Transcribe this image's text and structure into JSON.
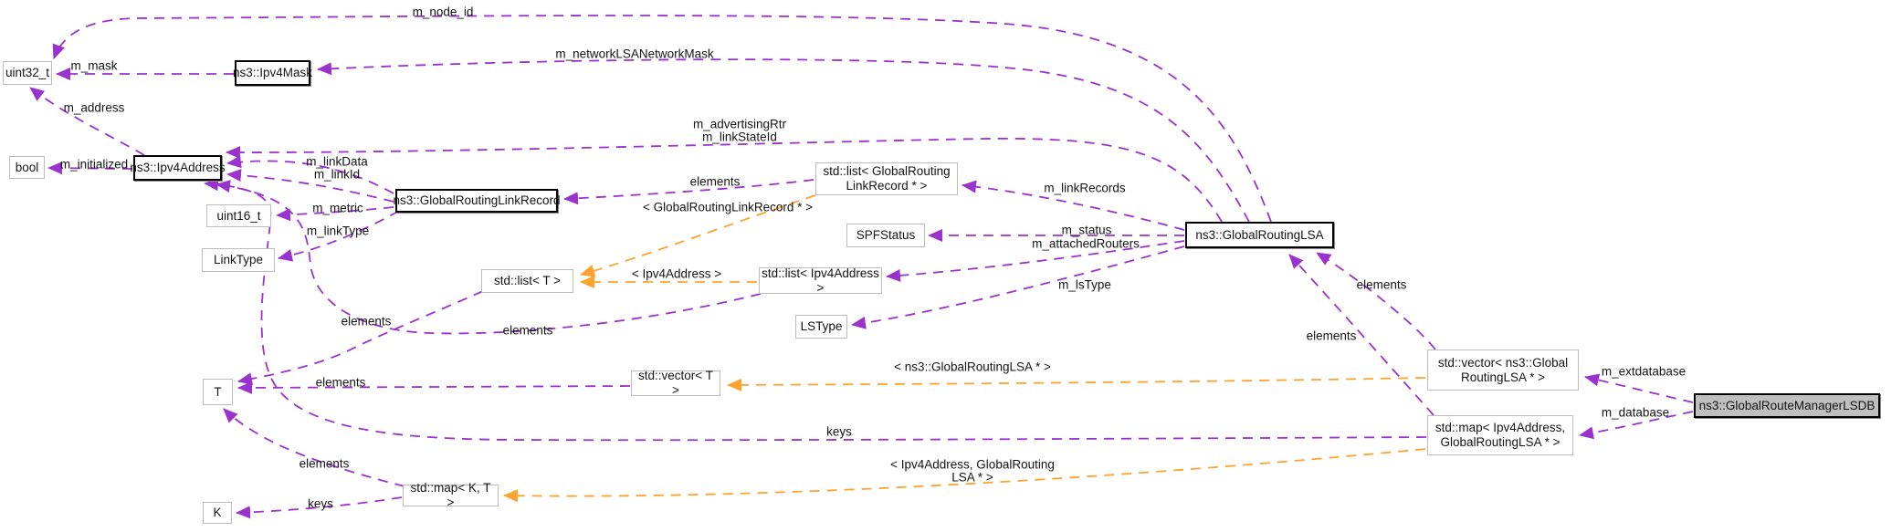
{
  "diagram": {
    "type": "doxygen-collaboration-graph",
    "main_class": "ns3::GlobalRouteManagerLSDB"
  },
  "colors": {
    "member_edge": "#9a32cd",
    "template_edge": "#ffa22e",
    "node_border_plain": "#bcbcbc",
    "node_border_linked": "#000000",
    "main_node_fill": "#bfbfbf",
    "background": "#ffffff"
  },
  "nodes": [
    {
      "label": "uint32_t"
    },
    {
      "label": "bool"
    },
    {
      "label": "ns3::Ipv4Mask"
    },
    {
      "label": "ns3::Ipv4Address"
    },
    {
      "label": "uint16_t"
    },
    {
      "label": "LinkType"
    },
    {
      "label": "ns3::GlobalRoutingLinkRecord"
    },
    {
      "label": "std::list< GlobalRouting\nLinkRecord * >"
    },
    {
      "label": "SPFStatus"
    },
    {
      "label": "std::list< T >"
    },
    {
      "label": "std::list< Ipv4Address >"
    },
    {
      "label": "LSType"
    },
    {
      "label": "ns3::GlobalRoutingLSA"
    },
    {
      "label": "std::vector< T >"
    },
    {
      "label": "T"
    },
    {
      "label": "std::vector< ns3::Global\nRoutingLSA * >"
    },
    {
      "label": "ns3::GlobalRouteManagerLSDB"
    },
    {
      "label": "std::map< Ipv4Address,\nGlobalRoutingLSA * >"
    },
    {
      "label": "std::map< K, T >"
    },
    {
      "label": "K"
    }
  ],
  "labels": [
    {
      "text": "m_node_id"
    },
    {
      "text": "m_mask"
    },
    {
      "text": "m_networkLSANetworkMask"
    },
    {
      "text": "m_address"
    },
    {
      "text": "m_initialized"
    },
    {
      "text": "m_linkData\nm_linkId"
    },
    {
      "text": "m_advertisingRtr\nm_linkStateId"
    },
    {
      "text": "m_metric"
    },
    {
      "text": "m_linkType"
    },
    {
      "text": "elements"
    },
    {
      "text": "< GlobalRoutingLinkRecord * >"
    },
    {
      "text": "m_linkRecords"
    },
    {
      "text": "m_status"
    },
    {
      "text": "m_attachedRouters"
    },
    {
      "text": "m_lsType"
    },
    {
      "text": "< Ipv4Address >"
    },
    {
      "text": "elements"
    },
    {
      "text": "elements"
    },
    {
      "text": "elements"
    },
    {
      "text": "elements"
    },
    {
      "text": "keys"
    },
    {
      "text": "keys"
    },
    {
      "text": "< ns3::GlobalRoutingLSA * >"
    },
    {
      "text": "< Ipv4Address, GlobalRouting\nLSA * >"
    },
    {
      "text": "elements"
    },
    {
      "text": "elements"
    },
    {
      "text": "m_extdatabase"
    },
    {
      "text": "m_database"
    }
  ]
}
